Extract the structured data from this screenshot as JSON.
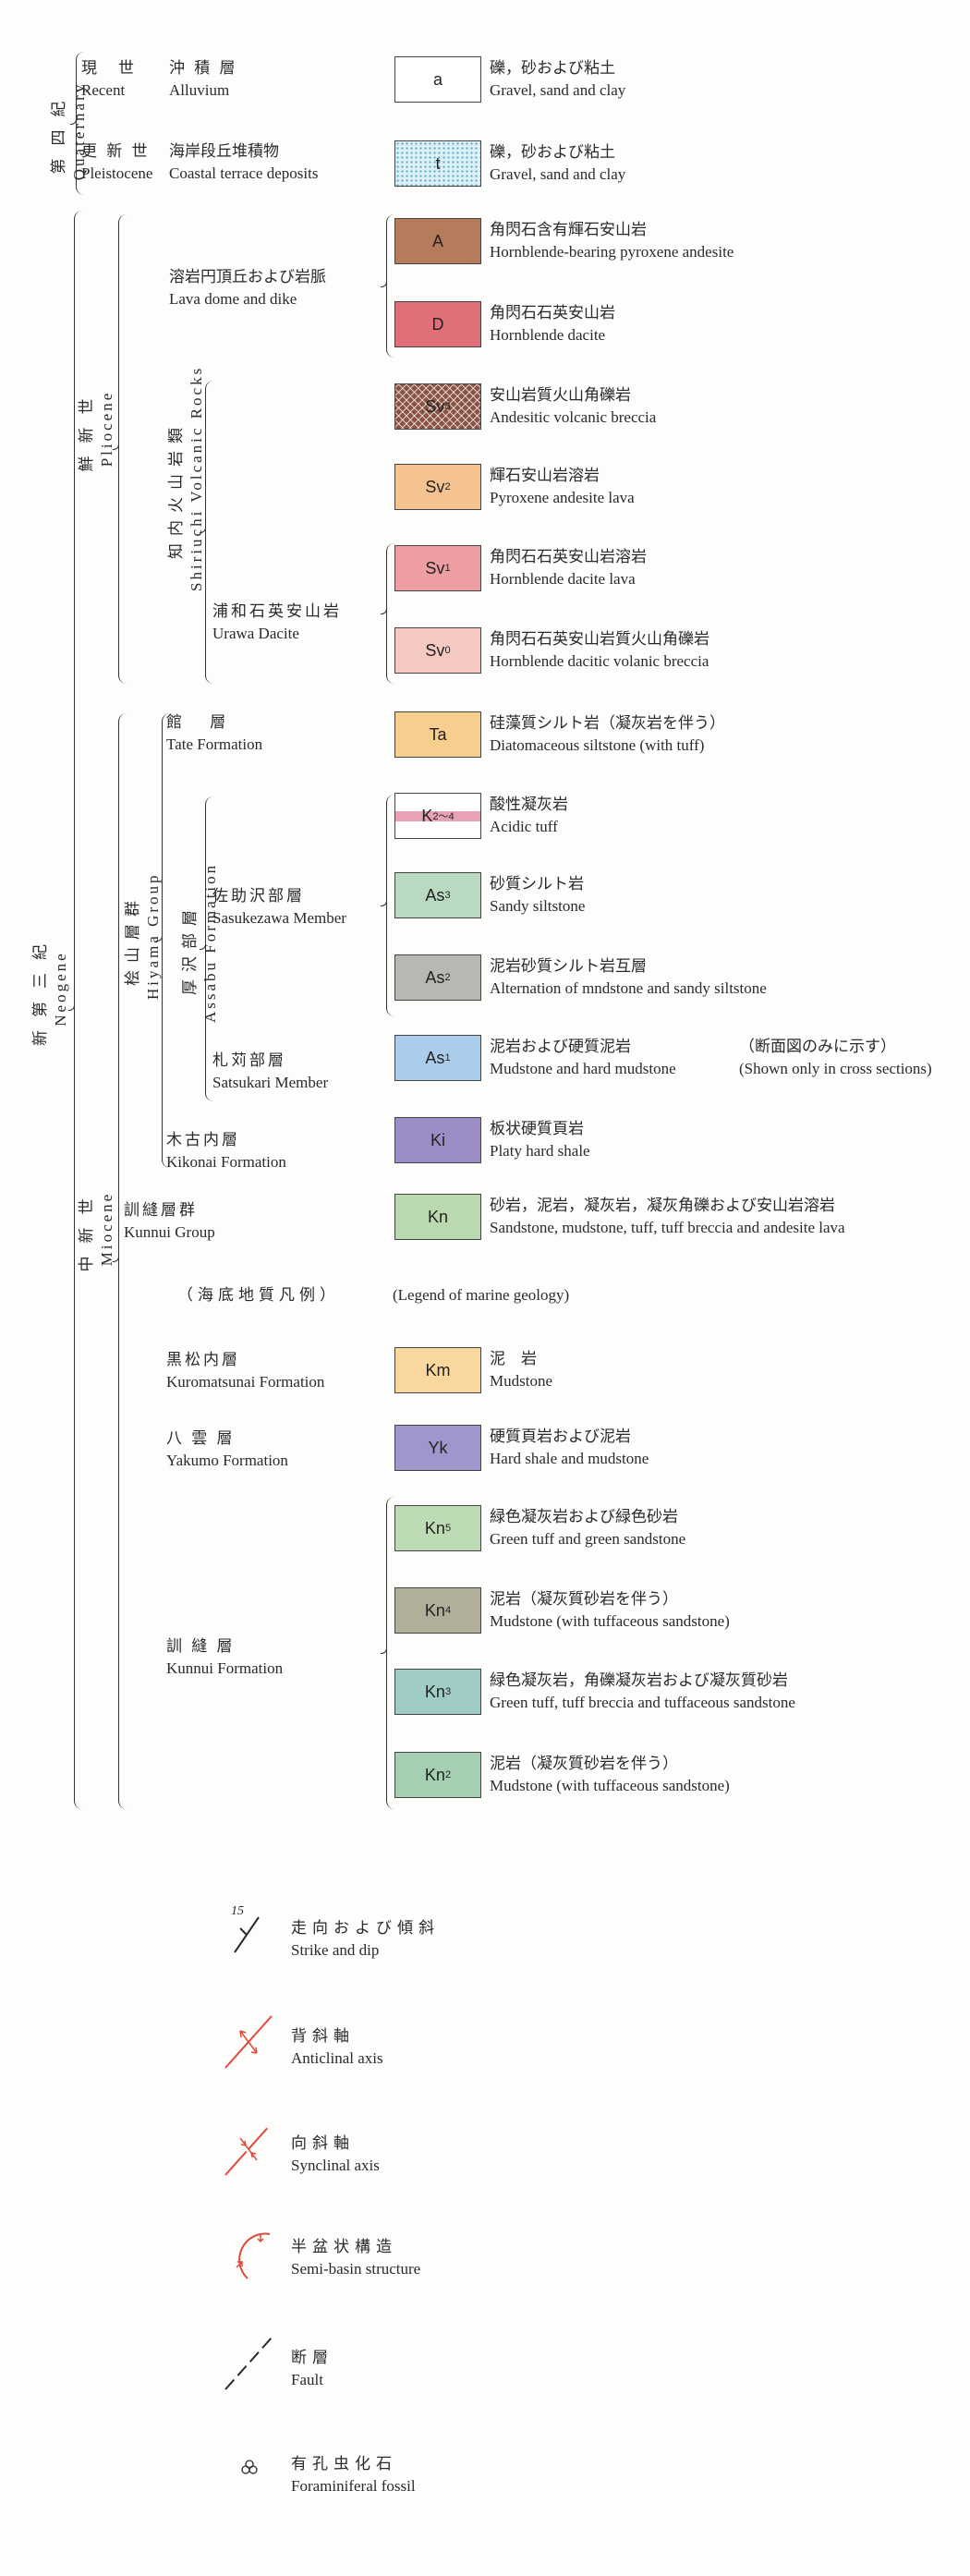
{
  "left_labels": {
    "quaternary": {
      "ja": "第四紀",
      "en": "Quaternary"
    },
    "neogene": {
      "ja": "新第三紀",
      "en": "Neogene"
    },
    "pliocene": {
      "ja": "鮮新世",
      "en": "Pliocene"
    },
    "miocene": {
      "ja": "中新世",
      "en": "Miocene"
    },
    "shiriuchi": {
      "ja": "知内火山岩類",
      "en": "Shiriuchi Volcanic Rocks"
    },
    "hiyama": {
      "ja": "桧山層群",
      "en": "Hiyama Group"
    },
    "assabu": {
      "ja": "厚沢部層",
      "en": "Assabu Formation"
    }
  },
  "row_labels": {
    "recent": {
      "ja": "現　世",
      "en": "Recent"
    },
    "alluvium": {
      "ja": "沖 積 層",
      "en": "Alluvium"
    },
    "pleistocene": {
      "ja": "更 新 世",
      "en": "Pleistocene"
    },
    "terrace": {
      "ja": "海岸段丘堆積物",
      "en": "Coastal terrace deposits"
    },
    "lava_dome": {
      "ja": "溶岩円頂丘および岩脈",
      "en": "Lava dome and dike"
    },
    "urawa": {
      "ja": "浦和石英安山岩",
      "en": "Urawa Dacite"
    },
    "tate": {
      "ja": "館　 層",
      "en": "Tate Formation"
    },
    "sasukezawa": {
      "ja": "佐助沢部層",
      "en": "Sasukezawa Member"
    },
    "satsukari": {
      "ja": "札苅部層",
      "en": "Satsukari Member"
    },
    "kikonai": {
      "ja": "木古内層",
      "en": "Kikonai Formation"
    },
    "kunnui_group": {
      "ja": "訓縫層群",
      "en": "Kunnui Group"
    },
    "marine_legend": {
      "ja": "（海底地質凡例）",
      "en": "(Legend of marine geology)"
    },
    "kuromatsunai": {
      "ja": "黒松内層",
      "en": "Kuromatsunai Formation"
    },
    "yakumo": {
      "ja": "八 雲 層",
      "en": "Yakumo Formation"
    },
    "kunnui_formation": {
      "ja": "訓 縫 層",
      "en": "Kunnui Formation"
    }
  },
  "units": [
    {
      "code": "a",
      "sub": "",
      "ja": "礫，砂および粘土",
      "en": "Gravel, sand and clay",
      "color": "#ffffff"
    },
    {
      "code": "t",
      "sub": "",
      "ja": "礫，砂および粘土",
      "en": "Gravel, sand and clay",
      "color": "#dcf0f6",
      "pattern": "dots"
    },
    {
      "code": "A",
      "sub": "",
      "ja": "角閃石含有輝石安山岩",
      "en": "Hornblende-bearing pyroxene andesite",
      "color": "#b57b5a"
    },
    {
      "code": "D",
      "sub": "",
      "ja": "角閃石石英安山岩",
      "en": "Hornblende dacite",
      "color": "#e06f78"
    },
    {
      "code": "Sv",
      "sub": "3",
      "ja": "安山岩質火山角礫岩",
      "en": "Andesitic volcanic breccia",
      "color": "#8a5242",
      "pattern": "hatch"
    },
    {
      "code": "Sv",
      "sub": "2",
      "ja": "輝石安山岩溶岩",
      "en": "Pyroxene andesite lava",
      "color": "#f4c38f"
    },
    {
      "code": "Sv",
      "sub": "1",
      "ja": "角閃石石英安山岩溶岩",
      "en": "Hornblende dacite lava",
      "color": "#ee9ea3"
    },
    {
      "code": "Sv",
      "sub": "0",
      "ja": "角閃石石英安山岩質火山角礫岩",
      "en": "Hornblende dacitic volanic breccia",
      "color": "#f6c8c2"
    },
    {
      "code": "Ta",
      "sub": "",
      "ja": "硅藻質シルト岩（凝灰岩を伴う）",
      "en": "Diatomaceous siltstone (with tuff)",
      "color": "#f6cf8e"
    },
    {
      "code": "K",
      "sub": "2〜4",
      "ja": "酸性凝灰岩",
      "en": "Acidic tuff",
      "color": "#ffffff",
      "pattern": "band"
    },
    {
      "code": "As",
      "sub": "3",
      "ja": "砂質シルト岩",
      "en": "Sandy siltstone",
      "color": "#b9d9c0"
    },
    {
      "code": "As",
      "sub": "2",
      "ja": "泥岩砂質シルト岩互層",
      "en": "Alternation of mndstone and sandy siltstone",
      "color": "#b6b9b1"
    },
    {
      "code": "As",
      "sub": "1",
      "ja": "泥岩および硬質泥岩",
      "en": "Mudstone and hard mudstone",
      "color": "#a9cdea",
      "note_ja": "（断面図のみに示す）",
      "note_en": "(Shown only in cross sections)"
    },
    {
      "code": "Ki",
      "sub": "",
      "ja": "板状硬質頁岩",
      "en": "Platy hard shale",
      "color": "#9c8dc6"
    },
    {
      "code": "Kn",
      "sub": "",
      "ja": "砂岩，泥岩，凝灰岩，凝灰角礫および安山岩溶岩",
      "en": "Sandstone, mudstone, tuff, tuff breccia and andesite lava",
      "color": "#bad9b1"
    },
    {
      "code": "Km",
      "sub": "",
      "ja": "泥　岩",
      "en": "Mudstone",
      "color": "#f8d89c"
    },
    {
      "code": "Yk",
      "sub": "",
      "ja": "硬質頁岩および泥岩",
      "en": "Hard shale and mudstone",
      "color": "#a196cc"
    },
    {
      "code": "Kn",
      "sub": "5",
      "ja": "緑色凝灰岩および緑色砂岩",
      "en": "Green tuff and green sandstone",
      "color": "#bddcb5"
    },
    {
      "code": "Kn",
      "sub": "4",
      "ja": "泥岩（凝灰質砂岩を伴う）",
      "en": "Mudstone (with tuffaceous sandstone)",
      "color": "#b1ae99"
    },
    {
      "code": "Kn",
      "sub": "3",
      "ja": "緑色凝灰岩，角礫凝灰岩および凝灰質砂岩",
      "en": "Green tuff, tuff breccia and tuffaceous sandstone",
      "color": "#9fcdc5"
    },
    {
      "code": "Kn",
      "sub": "2",
      "ja": "泥岩（凝灰質砂岩を伴う）",
      "en": "Mudstone (with tuffaceous sandstone)",
      "color": "#a5cfb1"
    }
  ],
  "symbols": [
    {
      "icon": "strike-dip-icon",
      "value": "15",
      "ja": "走向および傾斜",
      "en": "Strike and dip"
    },
    {
      "icon": "anticlinal-axis-icon",
      "ja": "背斜軸",
      "en": "Anticlinal axis"
    },
    {
      "icon": "synclinal-axis-icon",
      "ja": "向斜軸",
      "en": "Synclinal axis"
    },
    {
      "icon": "semi-basin-icon",
      "ja": "半盆状構造",
      "en": "Semi-basin structure"
    },
    {
      "icon": "fault-icon",
      "ja": "断層",
      "en": "Fault"
    },
    {
      "icon": "foraminifera-icon",
      "ja": "有孔虫化石",
      "en": "Foraminiferal fossil"
    }
  ],
  "colors": {
    "ink": "#2a2a2a",
    "structure_red": "#e0483a"
  }
}
